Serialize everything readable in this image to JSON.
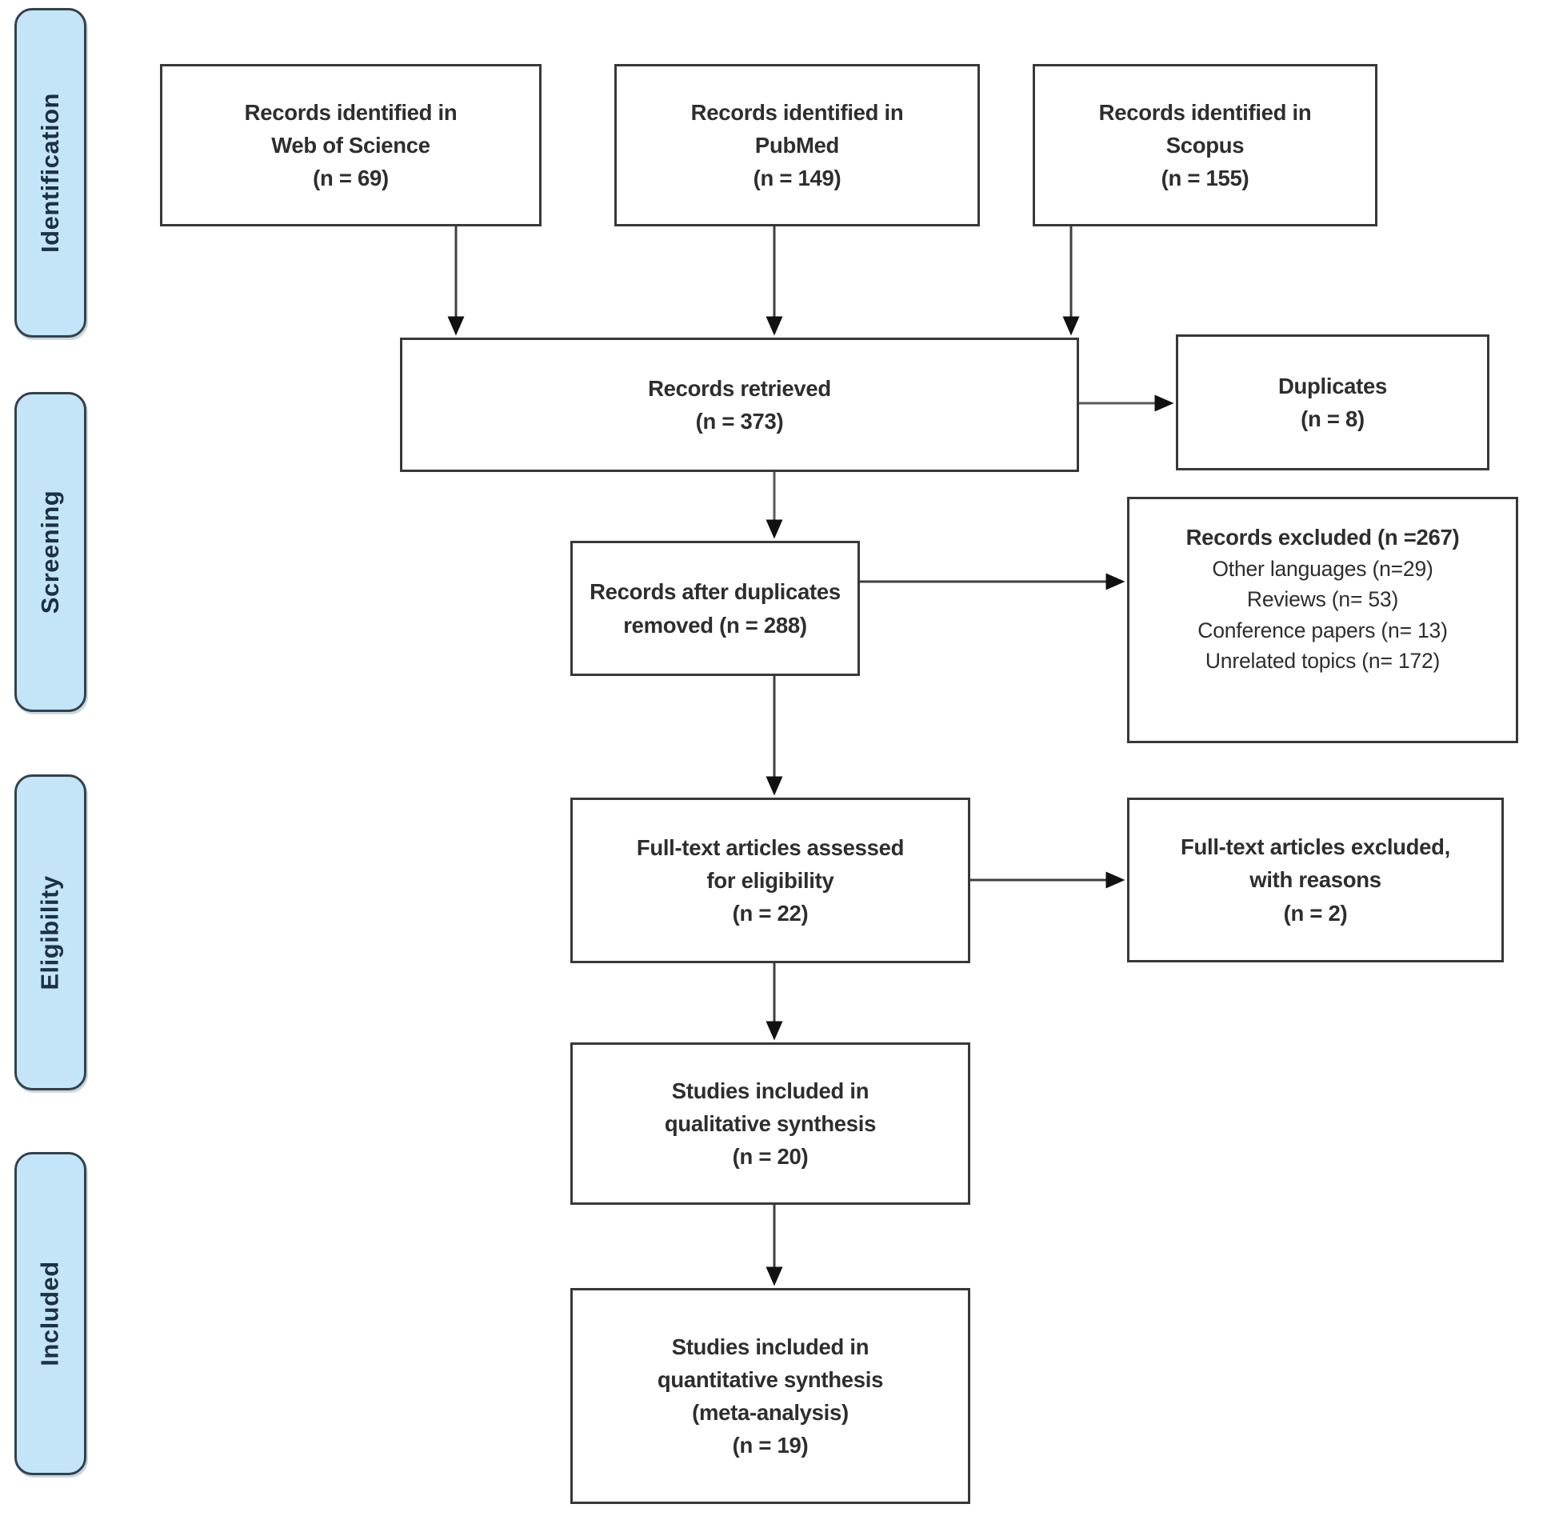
{
  "figure": {
    "type": "prisma-flow-diagram",
    "stages": [
      {
        "label": "Identification"
      },
      {
        "label": "Screening"
      },
      {
        "label": "Eligibility"
      },
      {
        "label": "Included"
      }
    ],
    "boxes": {
      "web_of_science": {
        "text": "Records identified in\nWeb of Science\n(n = 69)"
      },
      "pubmed": {
        "text": "Records identified in\nPubMed\n(n = 149)"
      },
      "scopus": {
        "text": "Records identified in\nScopus\n(n = 155)"
      },
      "records_retrieved": {
        "text": "Records retrieved\n(n = 373)"
      },
      "duplicates": {
        "text": "Duplicates\n(n = 8)"
      },
      "records_after_duplicates": {
        "text": "Records after duplicates\nremoved (n = 288)"
      },
      "records_excluded": {
        "title": "Records excluded (n =267)",
        "reasons": [
          "Other languages (n=29)",
          "Reviews (n= 53)",
          "Conference papers (n= 13)",
          "Unrelated topics (n= 172)"
        ]
      },
      "full_text_assessed": {
        "text": "Full-text articles assessed\nfor eligibility\n(n = 22)"
      },
      "full_text_excluded": {
        "text": "Full-text articles excluded,\nwith reasons\n(n = 2)"
      },
      "qualitative_synthesis": {
        "text": "Studies included in\nqualitative synthesis\n(n = 20)"
      },
      "quantitative_synthesis": {
        "text": "Studies included in\nquantitative synthesis\n(meta-analysis)\n(n = 19)"
      }
    },
    "colors": {
      "background": "#ffffff",
      "stage_fill": "#c3e5f7",
      "stage_border": "#32424e",
      "stage_text": "#1d3144",
      "box_border": "#383838",
      "box_text": "#2e2e2e",
      "arrow": "#3f3f3f",
      "arrowhead": "#111111"
    }
  }
}
